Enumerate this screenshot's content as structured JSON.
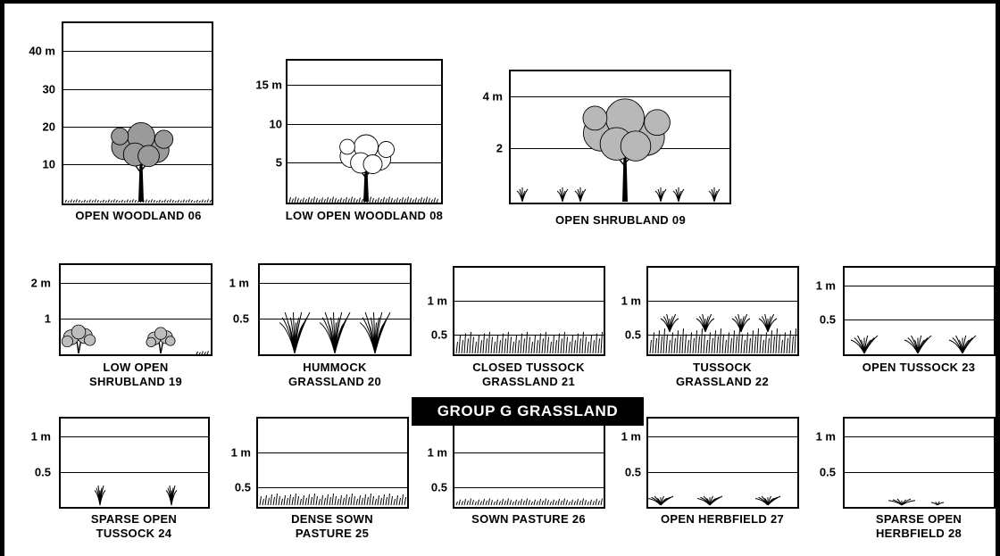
{
  "group_title": "GROUP G GRASSLAND",
  "panels": {
    "p06": {
      "label": [
        "OPEN WOODLAND 06"
      ],
      "ticks": [
        "40 m",
        "30",
        "20",
        "10"
      ]
    },
    "p08": {
      "label": [
        "LOW OPEN WOODLAND 08"
      ],
      "ticks": [
        "15 m",
        "10",
        "5"
      ]
    },
    "p09": {
      "label": [
        "OPEN SHRUBLAND 09"
      ],
      "ticks": [
        "4 m",
        "2"
      ]
    },
    "p19": {
      "label": [
        "LOW OPEN",
        "SHRUBLAND 19"
      ],
      "ticks": [
        "2 m",
        "1"
      ]
    },
    "p20": {
      "label": [
        "HUMMOCK",
        "GRASSLAND 20"
      ],
      "ticks": [
        "1 m",
        "0.5"
      ]
    },
    "p21": {
      "label": [
        "CLOSED TUSSOCK",
        "GRASSLAND 21"
      ],
      "ticks": [
        "1 m",
        "0.5"
      ]
    },
    "p22": {
      "label": [
        "TUSSOCK",
        "GRASSLAND 22"
      ],
      "ticks": [
        "1 m",
        "0.5"
      ]
    },
    "p23": {
      "label": [
        "OPEN TUSSOCK 23"
      ],
      "ticks": [
        "1 m",
        "0.5"
      ]
    },
    "p24": {
      "label": [
        "SPARSE OPEN",
        "TUSSOCK 24"
      ],
      "ticks": [
        "1 m",
        "0.5"
      ]
    },
    "p25": {
      "label": [
        "DENSE SOWN",
        "PASTURE 25"
      ],
      "ticks": [
        "1 m",
        "0.5"
      ]
    },
    "p26": {
      "label": [
        "SOWN PASTURE 26"
      ],
      "ticks": [
        "1 m",
        "0.5"
      ]
    },
    "p27": {
      "label": [
        "OPEN HERBFIELD 27"
      ],
      "ticks": [
        "1 m",
        "0.5"
      ]
    },
    "p28": {
      "label": [
        "SPARSE OPEN",
        "HERBFIELD 28"
      ],
      "ticks": [
        "1 m",
        "0.5"
      ]
    }
  }
}
